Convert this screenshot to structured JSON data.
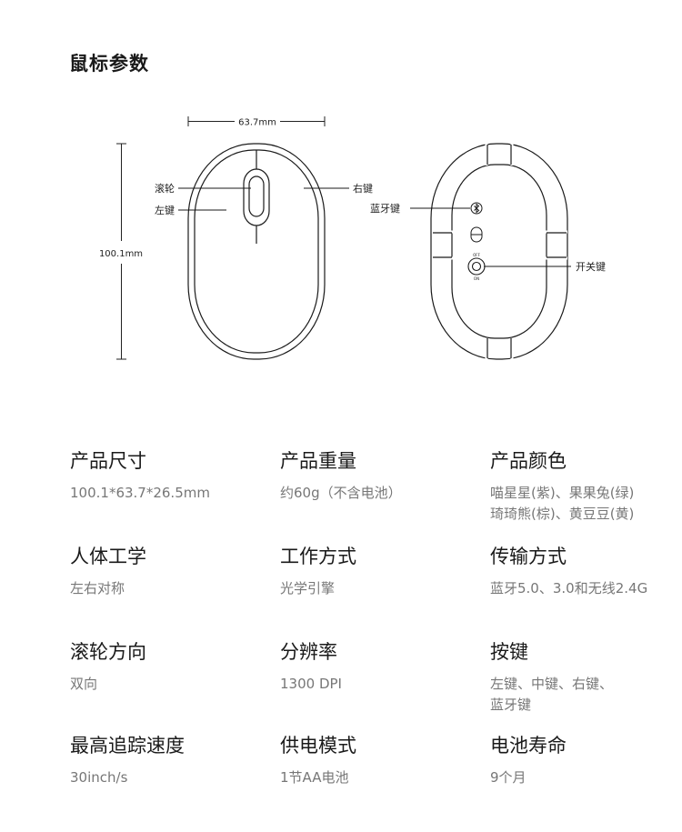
{
  "page_title": "鼠标参数",
  "diagram": {
    "width_label": "63.7mm",
    "height_label": "100.1mm",
    "callouts": {
      "scroll_wheel": "滚轮",
      "left_button": "左键",
      "right_button": "右键",
      "bluetooth_button": "蓝牙键",
      "power_switch": "开关键",
      "switch_off": "OFF",
      "switch_on": "ON"
    }
  },
  "specs": [
    {
      "label": "产品尺寸",
      "value": "100.1*63.7*26.5mm"
    },
    {
      "label": "产品重量",
      "value": "约60g（不含电池）"
    },
    {
      "label": "产品颜色",
      "value": "喵星星(紫)、果果兔(绿)",
      "value2": "琦琦熊(棕)、黄豆豆(黄)"
    },
    {
      "label": "人体工学",
      "value": "左右对称"
    },
    {
      "label": "工作方式",
      "value": "光学引擎"
    },
    {
      "label": "传输方式",
      "value": "蓝牙5.0、3.0和无线2.4G"
    },
    {
      "label": "滚轮方向",
      "value": "双向"
    },
    {
      "label": "分辨率",
      "value": "1300 DPI"
    },
    {
      "label": "按键",
      "value": "左键、中键、右键、",
      "value2": "蓝牙键"
    },
    {
      "label": "最高追踪速度",
      "value": "30inch/s"
    },
    {
      "label": "供电模式",
      "value": "1节AA电池"
    },
    {
      "label": "电池寿命",
      "value": "9个月"
    }
  ]
}
